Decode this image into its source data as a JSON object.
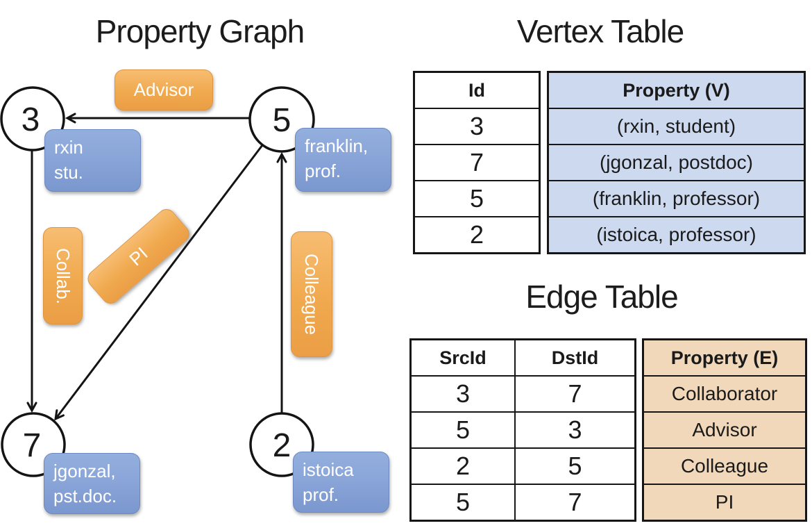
{
  "colors": {
    "edge_label_fill_top": "#f7bd72",
    "edge_label_fill_bottom": "#eb9e45",
    "vertex_label_fill_top": "#93afdd",
    "vertex_label_fill_bottom": "#7a97cf",
    "vertex_table_property_bg": "#cdd9ef",
    "edge_table_property_bg": "#f2d8ba",
    "line_color": "#141414"
  },
  "graph": {
    "title": "Property Graph",
    "nodes": [
      {
        "id": "3",
        "property_line1": "rxin",
        "property_line2": "stu."
      },
      {
        "id": "5",
        "property_line1": "franklin,",
        "property_line2": "prof."
      },
      {
        "id": "7",
        "property_line1": "jgonzal,",
        "property_line2": "pst.doc."
      },
      {
        "id": "2",
        "property_line1": "istoica",
        "property_line2": "prof."
      }
    ],
    "edge_labels": {
      "advisor": "Advisor",
      "collab": "Collab.",
      "pi": "PI",
      "colleague": "Colleague"
    }
  },
  "vertex_table": {
    "title": "Vertex Table",
    "id_header": "Id",
    "property_header": "Property (V)",
    "rows": [
      {
        "id": "3",
        "property": "(rxin, student)"
      },
      {
        "id": "7",
        "property": "(jgonzal, postdoc)"
      },
      {
        "id": "5",
        "property": "(franklin, professor)"
      },
      {
        "id": "2",
        "property": "(istoica, professor)"
      }
    ]
  },
  "edge_table": {
    "title": "Edge Table",
    "src_header": "SrcId",
    "dst_header": "DstId",
    "property_header": "Property (E)",
    "rows": [
      {
        "src": "3",
        "dst": "7",
        "property": "Collaborator"
      },
      {
        "src": "5",
        "dst": "3",
        "property": "Advisor"
      },
      {
        "src": "2",
        "dst": "5",
        "property": "Colleague"
      },
      {
        "src": "5",
        "dst": "7",
        "property": "PI"
      }
    ]
  }
}
